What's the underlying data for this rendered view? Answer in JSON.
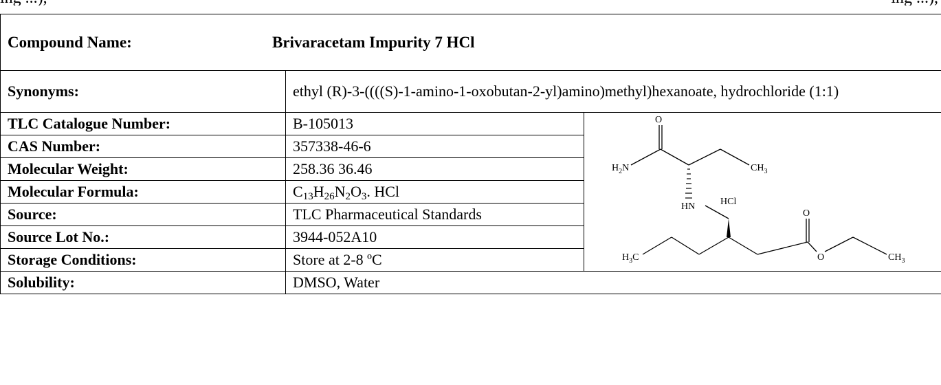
{
  "header_fragment": {
    "left": "ing ...),",
    "right": "ing ...),"
  },
  "compound": {
    "label": "Compound Name:",
    "value": "Brivaracetam Impurity 7 HCl"
  },
  "synonyms": {
    "label": "Synonyms:",
    "value": "ethyl (R)-3-((((S)-1-amino-1-oxobutan-2-yl)amino)methyl)hexanoate, hydrochloride (1:1)"
  },
  "rows": [
    {
      "label": "TLC Catalogue Number:",
      "value": "B-105013"
    },
    {
      "label": "CAS Number:",
      "value": "357338-46-6"
    },
    {
      "label": "Molecular Weight:",
      "value": "258.36 36.46"
    },
    {
      "label": "Molecular Formula:",
      "formula": {
        "c": "C",
        "c_n": "13",
        "h": "H",
        "h_n": "26",
        "n": "N",
        "n_n": "2",
        "o": "O",
        "o_n": "3",
        "suffix": ". HCl"
      }
    },
    {
      "label": "Source:",
      "value": "TLC Pharmaceutical Standards"
    },
    {
      "label": "Source Lot No.:",
      "value": "3944-052A10"
    },
    {
      "label": "Storage Conditions:",
      "value": "Store at 2-8 ºC"
    }
  ],
  "solubility": {
    "label": "Solubility:",
    "value": "DMSO, Water"
  },
  "structure": {
    "atoms": {
      "o_top": "O",
      "h2n_h": "H",
      "h2n_sub": "2",
      "h2n_n": "N",
      "ch3_right_ch": "CH",
      "ch3_right_sub": "3",
      "hn": "HN",
      "hcl": "HCl",
      "o_ester_top": "O",
      "h3c_h": "H",
      "h3c_sub": "3",
      "h3c_c": "C",
      "o_ester": "O",
      "ch3_end_ch": "CH",
      "ch3_end_sub": "3"
    }
  }
}
